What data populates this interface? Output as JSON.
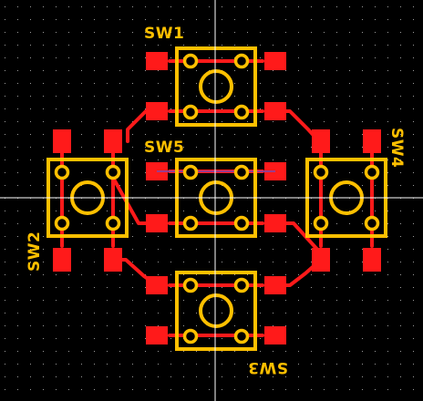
{
  "app": {
    "view": "PCB layout canvas"
  },
  "colors": {
    "background": "#000000",
    "grid_dot": "#9a9a9a",
    "copper_top": "#ff1a1a",
    "silkscreen": "#ffc000",
    "pad_ring": "#ffc000",
    "crosshair": "#ffffff",
    "ratsnest": "#3a5cff"
  },
  "components": {
    "sw1": {
      "designator": "SW1"
    },
    "sw2": {
      "designator": "SW2"
    },
    "sw3": {
      "designator": "SW3"
    },
    "sw4": {
      "designator": "SW4"
    },
    "sw5": {
      "designator": "SW5"
    }
  },
  "icons": {
    "crosshair": "crosshair-cursor-icon"
  }
}
